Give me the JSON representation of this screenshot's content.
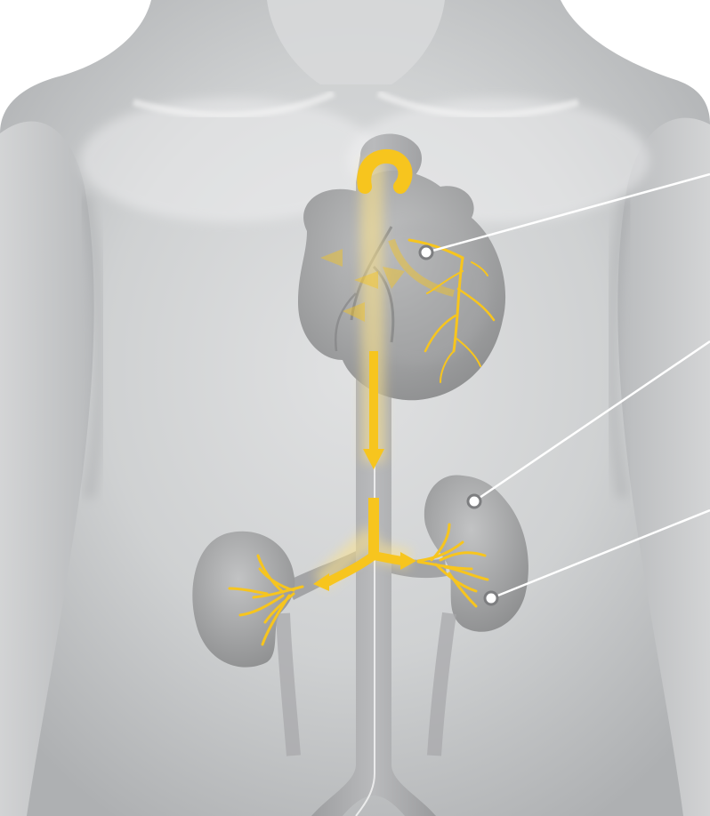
{
  "illustration": {
    "subject": "",
    "colors": {
      "background": "#ffffff",
      "torso_light": "#e9eaeb",
      "torso_mid": "#c9cbcc",
      "torso_shadow": "#a9abad",
      "organ_light": "#b8b9ba",
      "organ_dark": "#8f9091",
      "flow": "#f7c51e",
      "flow_glow": "#fde38a",
      "callout": "#ffffff",
      "callout_ring": "#7d7e80"
    },
    "callouts": [
      {
        "name": "heart-callout"
      },
      {
        "name": "upper-kidney-callout"
      },
      {
        "name": "renal-artery-callout"
      }
    ]
  }
}
